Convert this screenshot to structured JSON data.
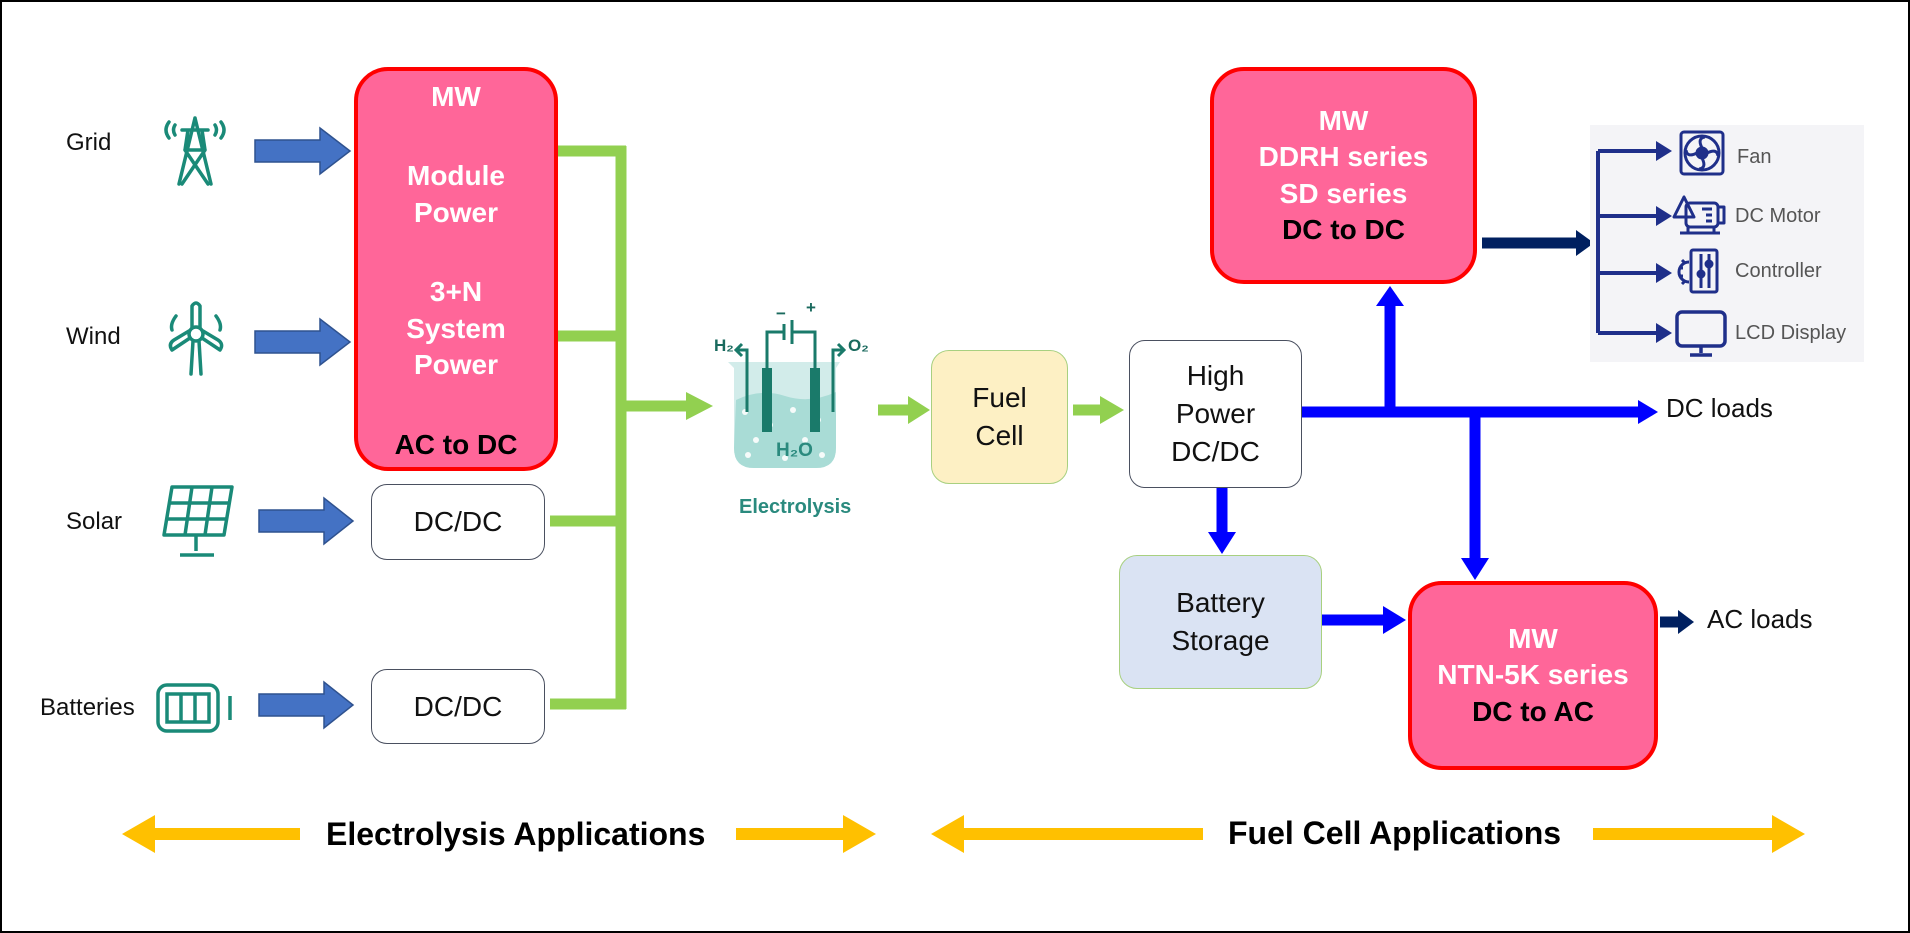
{
  "sources": [
    {
      "label": "Grid",
      "icon": "transmission-tower-icon"
    },
    {
      "label": "Wind",
      "icon": "wind-turbine-icon"
    },
    {
      "label": "Solar",
      "icon": "solar-panel-icon"
    },
    {
      "label": "Batteries",
      "icon": "battery-icon"
    }
  ],
  "acdc_box": {
    "line1": "MW",
    "line2": "Module",
    "line3": "Power",
    "line4": "3+N",
    "line5": "System",
    "line6": "Power",
    "line7": "AC to DC"
  },
  "dcdc_solar": "DC/DC",
  "dcdc_batteries": "DC/DC",
  "electrolysis": {
    "label": "Electrolysis",
    "h2": "H₂",
    "o2": "O₂",
    "water": "H₂O",
    "minus": "−",
    "plus": "+"
  },
  "fuel_cell": {
    "line1": "Fuel",
    "line2": "Cell"
  },
  "high_power": {
    "line1": "High",
    "line2": "Power",
    "line3": "DC/DC"
  },
  "ddrh_box": {
    "line1": "MW",
    "line2": "DDRH series",
    "line3": "SD series",
    "line4": "DC to DC"
  },
  "battery_storage": {
    "line1": "Battery",
    "line2": "Storage"
  },
  "ntn_box": {
    "line1": "MW",
    "line2": "NTN-5K series",
    "line3": "DC to AC"
  },
  "dc_loads": "DC loads",
  "ac_loads": "AC loads",
  "dc_load_devices": [
    {
      "label": "Fan",
      "icon": "fan-icon"
    },
    {
      "label": "DC Motor",
      "icon": "dc-motor-icon"
    },
    {
      "label": "Controller",
      "icon": "controller-icon"
    },
    {
      "label": "LCD Display",
      "icon": "lcd-display-icon"
    }
  ],
  "footer": {
    "electrolysis_apps": "Electrolysis Applications",
    "fuel_cell_apps": "Fuel Cell Applications"
  },
  "colors": {
    "converter_fill": "#ff6699",
    "converter_border": "#ff0000",
    "input_arrow": "#4472c4",
    "green_bus": "#92d050",
    "dc_bus": "#0000ff",
    "load_arrow": "#002060",
    "app_arrow": "#ffc000",
    "icon_teal": "#1a8a78"
  }
}
